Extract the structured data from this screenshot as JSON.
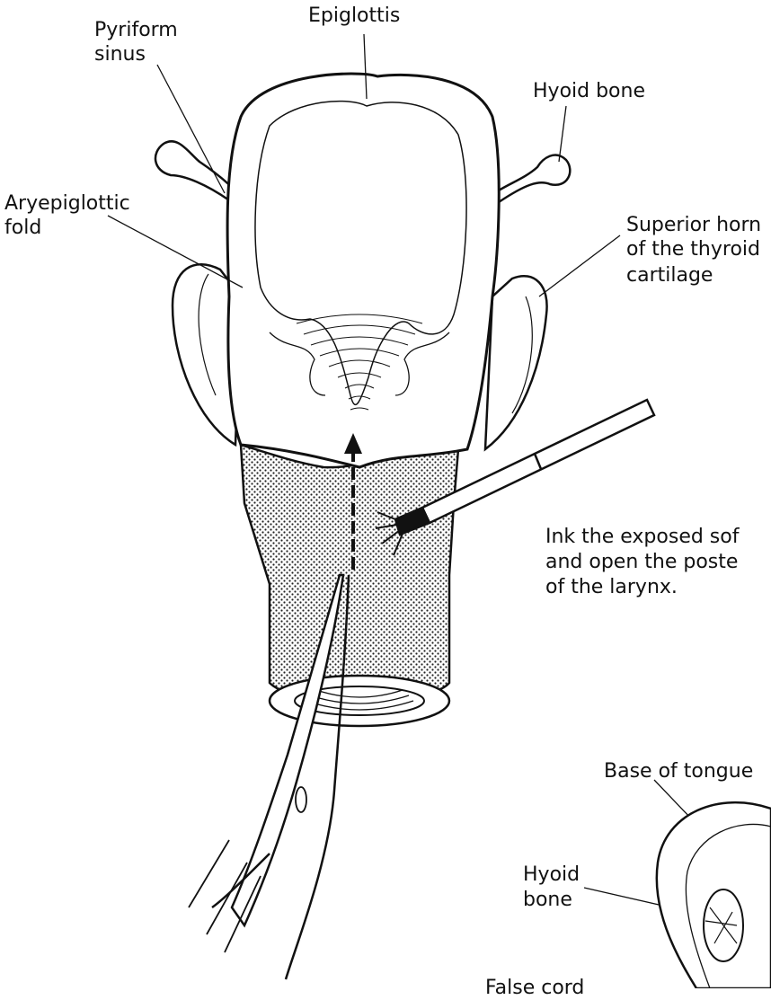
{
  "labels": {
    "epiglottis": "Epiglottis",
    "pyriform_1": "Pyriform",
    "pyriform_2": "sinus",
    "hyoid_bone": "Hyoid bone",
    "aryepiglottic_1": "Aryepiglottic",
    "aryepiglottic_2": "fold",
    "superior_horn_1": "Superior horn",
    "superior_horn_2": "of the thyroid",
    "superior_horn_3": "cartilage",
    "instruction_1": "Ink the exposed sof",
    "instruction_2": "and open the poste",
    "instruction_3": "of the larynx.",
    "base_tongue": "Base of tongue",
    "hyoid_small_1": "Hyoid",
    "hyoid_small_2": "bone",
    "false_cord": "False cord"
  },
  "colors": {
    "ink": "#111111",
    "paper": "#ffffff"
  }
}
